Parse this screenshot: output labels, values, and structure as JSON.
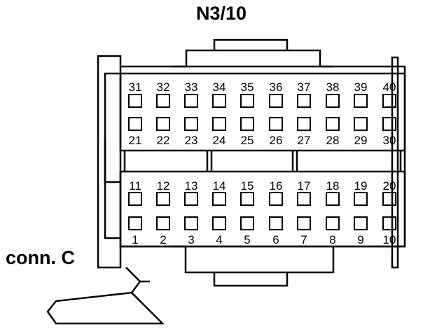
{
  "title": "N3/10",
  "connector_label": "conn. C",
  "top_block": {
    "upper_row_numbers": [
      "31",
      "32",
      "33",
      "34",
      "35",
      "36",
      "37",
      "38",
      "39",
      "40"
    ],
    "lower_row_numbers": [
      "21",
      "22",
      "23",
      "24",
      "25",
      "26",
      "27",
      "28",
      "29",
      "30"
    ]
  },
  "bottom_block": {
    "upper_row_numbers": [
      "11",
      "12",
      "13",
      "14",
      "15",
      "16",
      "17",
      "18",
      "19",
      "20"
    ],
    "lower_row_numbers": [
      "1",
      "2",
      "3",
      "4",
      "5",
      "6",
      "7",
      "8",
      "9",
      "10"
    ]
  }
}
